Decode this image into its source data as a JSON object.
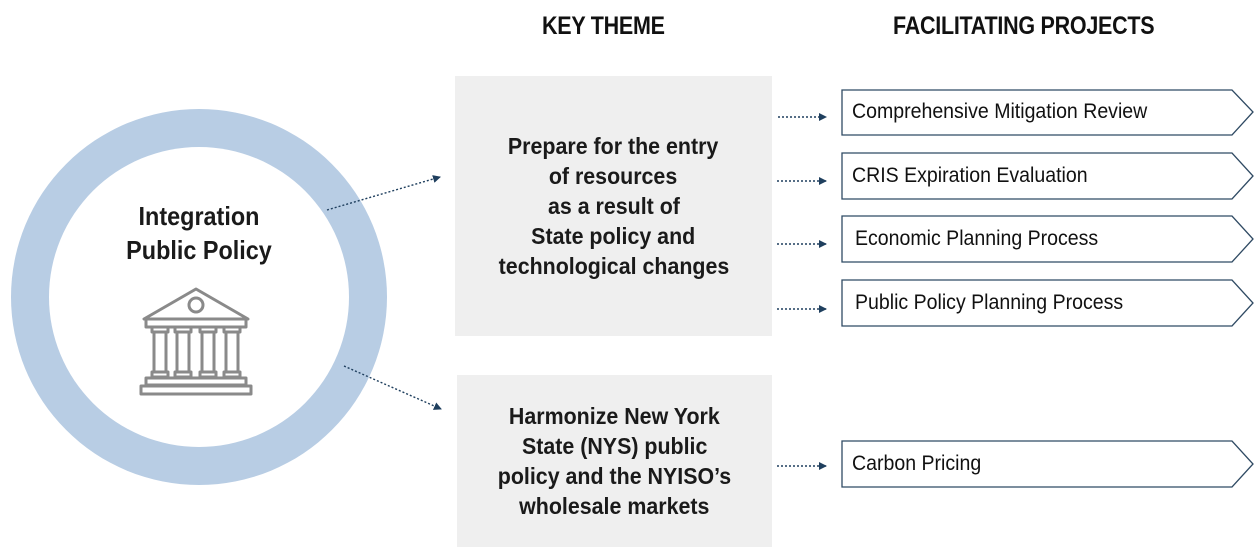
{
  "headers": {
    "key_theme": "KEY THEME",
    "facilitating_projects": "FACILITATING PROJECTS"
  },
  "central": {
    "title_line1": "Integration",
    "title_line2": "Public Policy",
    "icon": "government-building-icon",
    "ring_color": "#b8cde4"
  },
  "themes": [
    {
      "lines": [
        "Prepare for the entry",
        "of resources",
        "as a result of",
        "State policy and",
        "technological changes"
      ]
    },
    {
      "lines": [
        "Harmonize New York",
        "State (NYS) public",
        "policy and the NYISO’s",
        "wholesale markets"
      ]
    }
  ],
  "projects": [
    {
      "label": "Comprehensive Mitigation Review"
    },
    {
      "label": "CRIS Expiration Evaluation"
    },
    {
      "label": "Economic Planning Process"
    },
    {
      "label": "Public Policy Planning Process"
    },
    {
      "label": "Carbon Pricing"
    }
  ],
  "colors": {
    "arrow": "#1f3f5e",
    "box_fill": "#efefef",
    "box_stroke": "#2f4a63"
  }
}
